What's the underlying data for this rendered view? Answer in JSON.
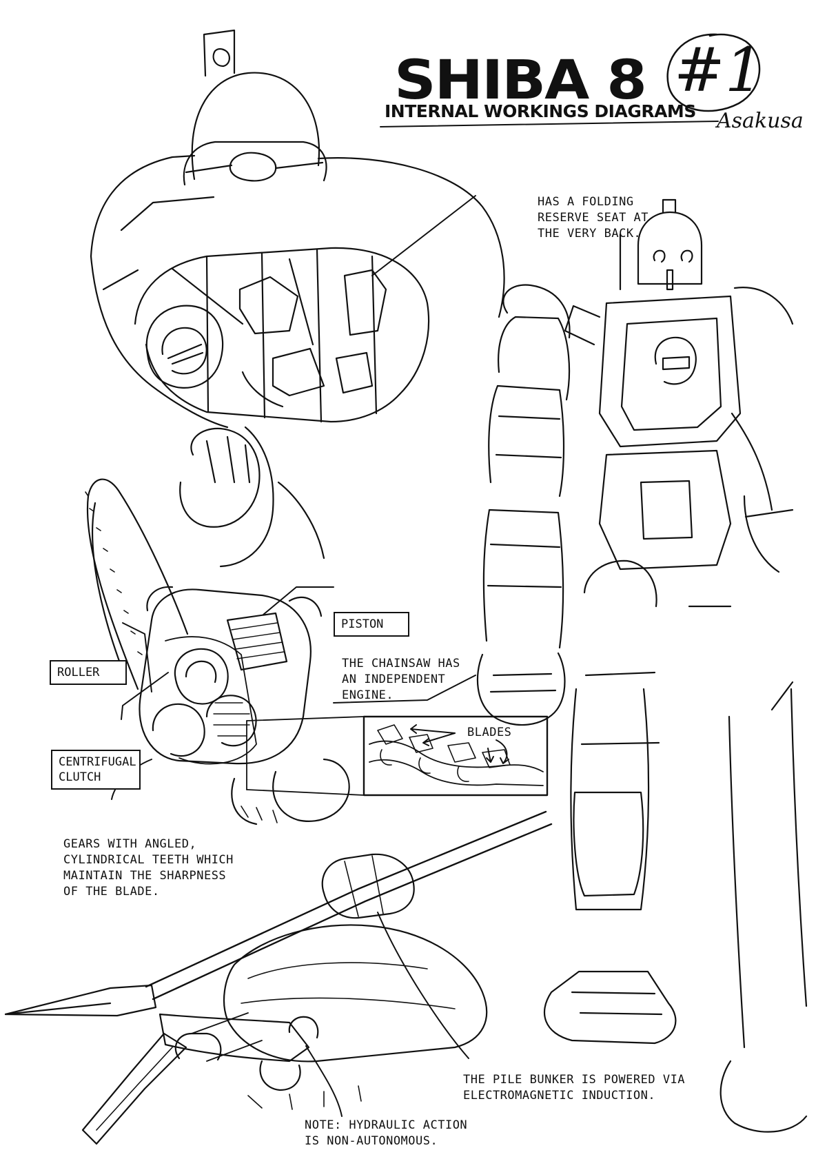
{
  "header": {
    "title": "SHIBA 8",
    "subtitle": "INTERNAL WORKINGS DIAGRAMS",
    "issue_number": "#1",
    "signature": "Asakusa"
  },
  "annotations": {
    "reserve_seat": "HAS A FOLDING\nRESERVE SEAT AT\nTHE VERY BACK.",
    "chainsaw_engine": "THE CHAINSAW HAS\nAN INDEPENDENT\nENGINE.",
    "blades": "BLADES",
    "gears": "GEARS WITH ANGLED,\nCYLINDRICAL TEETH WHICH\nMAINTAIN THE SHARPNESS\nOF THE BLADE.",
    "pile_bunker": "THE PILE BUNKER IS POWERED VIA\nELECTROMAGNETIC INDUCTION.",
    "hydraulic_note": "NOTE: HYDRAULIC ACTION\nIS NON-AUTONOMOUS."
  },
  "labels": {
    "piston": "PISTON",
    "roller": "ROLLER",
    "centrifugal_clutch": "CENTRIFUGAL\nCLUTCH"
  }
}
